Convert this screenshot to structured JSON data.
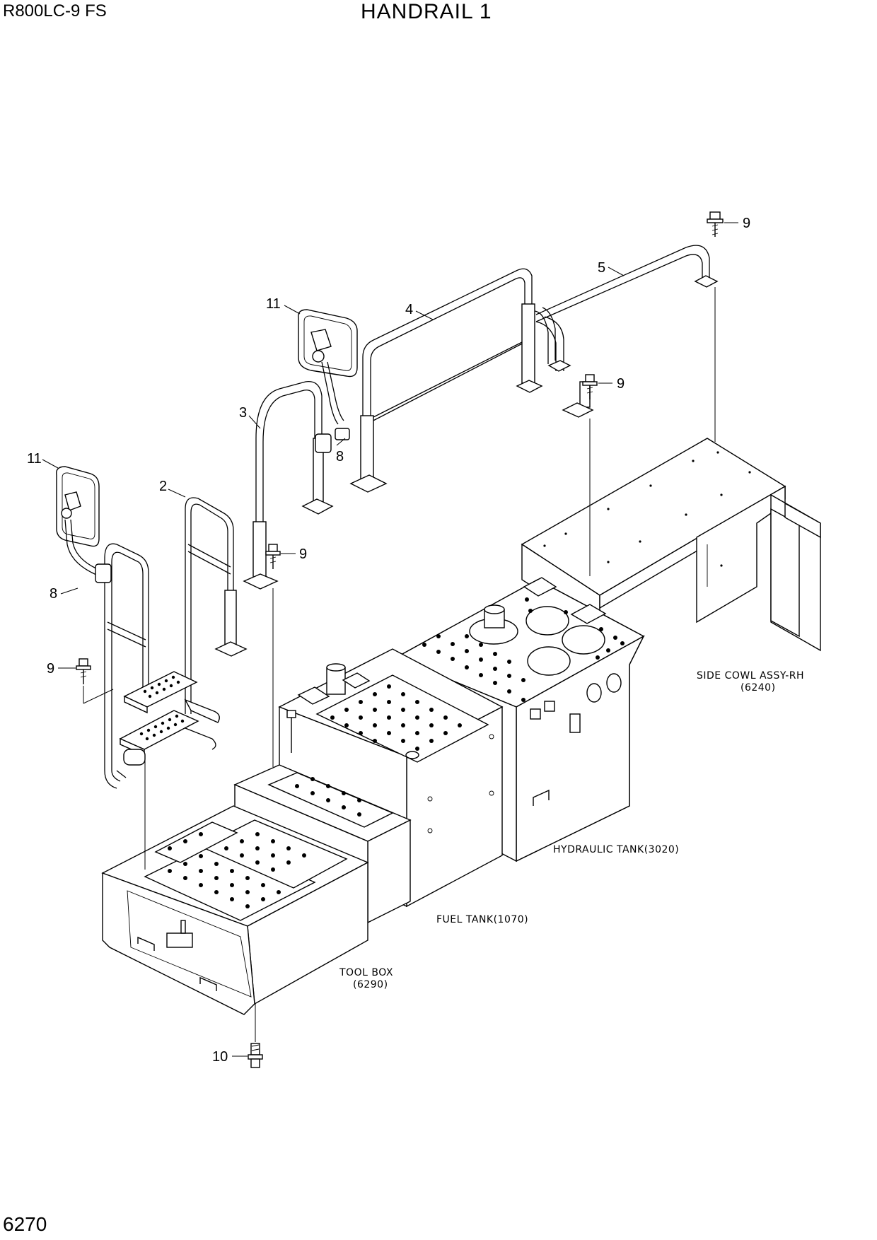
{
  "header": {
    "model": "R800LC-9 FS",
    "title": "HANDRAIL 1",
    "page_number": "6270"
  },
  "callouts": [
    {
      "id": "c2",
      "label": "2"
    },
    {
      "id": "c3",
      "label": "3"
    },
    {
      "id": "c4",
      "label": "4"
    },
    {
      "id": "c5",
      "label": "5"
    },
    {
      "id": "c8a",
      "label": "8"
    },
    {
      "id": "c8b",
      "label": "8"
    },
    {
      "id": "c9a",
      "label": "9"
    },
    {
      "id": "c9b",
      "label": "9"
    },
    {
      "id": "c9c",
      "label": "9"
    },
    {
      "id": "c9d",
      "label": "9"
    },
    {
      "id": "c10",
      "label": "10"
    },
    {
      "id": "c11a",
      "label": "11"
    },
    {
      "id": "c11b",
      "label": "11"
    }
  ],
  "notes": {
    "side_cowl": "SIDE COWL ASSY-RH",
    "side_cowl_ref": "(6240)",
    "hydraulic_tank": "HYDRAULIC TANK(3020)",
    "fuel_tank": "FUEL TANK(1070)",
    "tool_box": "TOOL BOX",
    "tool_box_ref": "(6290)"
  }
}
